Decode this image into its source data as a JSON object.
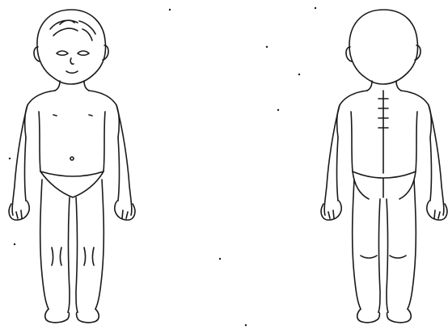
{
  "figure": {
    "views": [
      {
        "id": "front",
        "side": "front"
      },
      {
        "id": "back",
        "side": "back"
      }
    ]
  },
  "colors": {
    "background": "#ffffff",
    "line": "#1a1a1a"
  }
}
